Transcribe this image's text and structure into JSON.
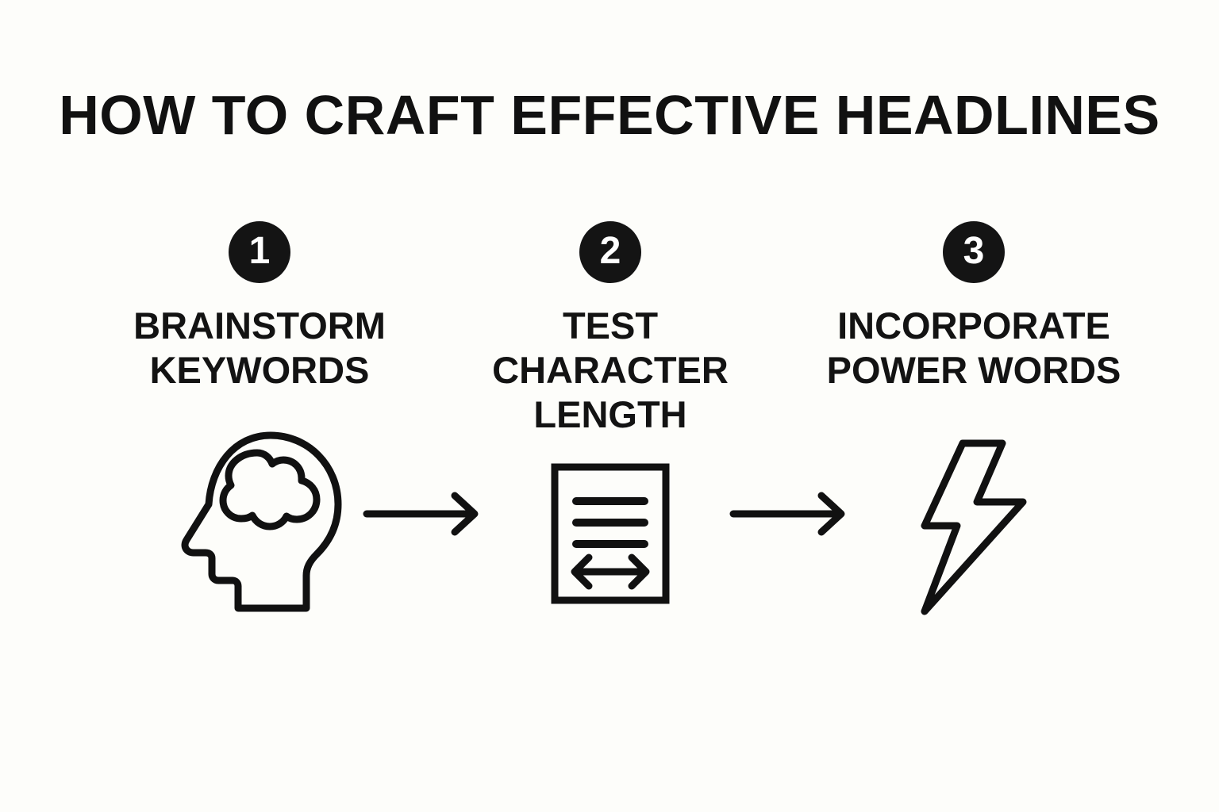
{
  "page": {
    "title": "HOW TO CRAFT EFFECTIVE HEADLINES",
    "background_color": "#fdfdfa",
    "ink_color": "#111111",
    "badge_fill": "#141414",
    "badge_text_color": "#ffffff"
  },
  "steps": [
    {
      "number": "1",
      "label_line1": "BRAINSTORM",
      "label_line2": "KEYWORDS",
      "label_line3": "",
      "icon": "head-profile-brain-icon"
    },
    {
      "number": "2",
      "label_line1": "TEST",
      "label_line2": "CHARACTER",
      "label_line3": "LENGTH",
      "icon": "document-width-measure-icon"
    },
    {
      "number": "3",
      "label_line1": "INCORPORATE",
      "label_line2": "POWER WORDS",
      "label_line3": "",
      "icon": "lightning-bolt-icon"
    }
  ],
  "connectors": [
    {
      "icon": "arrow-right-icon"
    },
    {
      "icon": "arrow-right-icon"
    }
  ]
}
